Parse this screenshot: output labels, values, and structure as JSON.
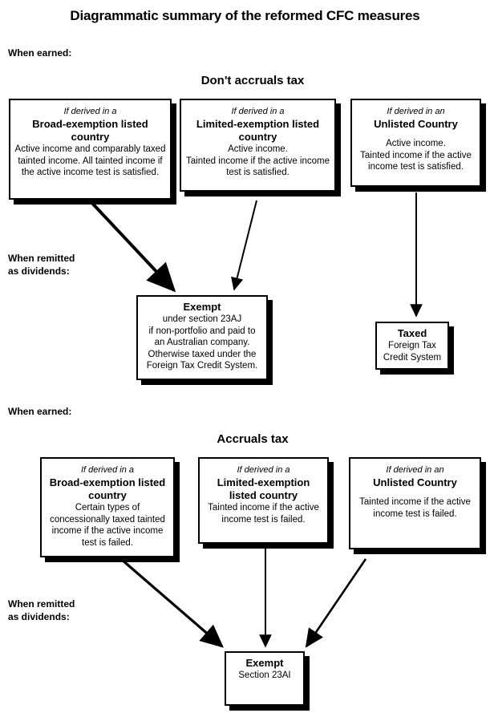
{
  "title": "Diagrammatic summary of the reformed CFC measures",
  "sections": [
    {
      "when_earned_label": "When earned:",
      "band_title": "Don't accruals tax",
      "when_remitted_label": "When remitted\nas dividends:",
      "source_boxes": [
        {
          "lead": "If derived in a",
          "heading": "Broad-exemption listed country",
          "body": "Active income and comparably taxed tainted income.  All tainted income if the active income test is satisfied."
        },
        {
          "lead": "If derived in a",
          "heading": "Limited-exemption listed country",
          "body": "Active income.\nTainted income if the active income test is satisfied."
        },
        {
          "lead": "If derived in an",
          "heading": "Unlisted Country",
          "body": "Active income.\nTainted income if the active income test is satisfied."
        }
      ],
      "result_boxes": [
        {
          "heading": "Exempt",
          "body": "under section 23AJ\nif non-portfolio and paid to\nan Australian company.\nOtherwise taxed under the\nForeign Tax Credit System."
        },
        {
          "heading": "Taxed",
          "body": "Foreign Tax\nCredit System"
        }
      ]
    },
    {
      "when_earned_label": "When earned:",
      "band_title": "Accruals tax",
      "when_remitted_label": "When remitted\nas dividends:",
      "source_boxes": [
        {
          "lead": "If derived in a",
          "heading": "Broad-exemption listed country",
          "body": "Certain types of concessionally taxed tainted income if the active income test is failed."
        },
        {
          "lead": "If derived in a",
          "heading": "Limited-exemption listed country",
          "body": "Tainted income if the active income test is failed."
        },
        {
          "lead": "If derived in an",
          "heading": "Unlisted Country",
          "body": "Tainted income if the active income test is failed."
        }
      ],
      "result_boxes": [
        {
          "heading": "Exempt",
          "body": "Section 23AI"
        }
      ]
    }
  ],
  "colors": {
    "ink": "#000000",
    "paper": "#ffffff"
  }
}
